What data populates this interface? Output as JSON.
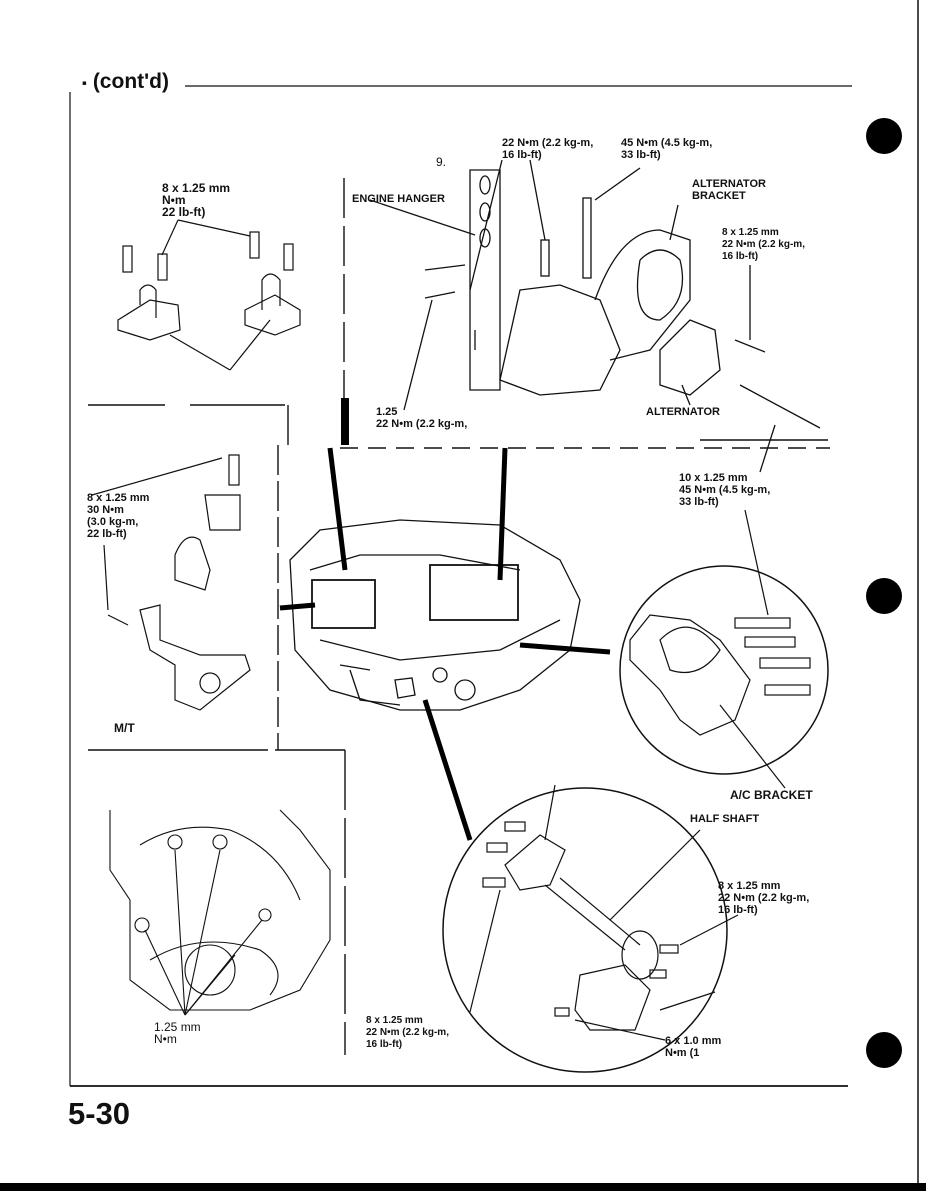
{
  "header": {
    "bullet": "▪",
    "title": "(cont'd)"
  },
  "page_number": "5-30",
  "labels": {
    "step_number": "9.",
    "torque_top_a": "22 N•m (2.2 kg-m,\n16 lb-ft)",
    "torque_top_b": "45 N•m (4.5 kg-m,\n33 lb-ft)",
    "alternator_bracket": "ALTERNATOR\nBRACKET",
    "right_spec_a": "8 x 1.25 mm\n22 N•m (2.2 kg-m,\n16 lb-ft)",
    "engine_hanger": "ENGINE HANGER",
    "left_top_spec": "8 x 1.25 mm\nN•m\n22 lb-ft)",
    "lower_hanger_spec": "1.25\n22 N•m (2.2 kg-m,",
    "alternator": "ALTERNATOR",
    "spec_10x125": "10 x 1.25 mm\n45 N•m (4.5 kg-m,\n33 lb-ft)",
    "mt_spec": "8 x 1.25 mm\n30 N•m\n(3.0 kg-m,\n22 lb-ft)",
    "mt_label": "M/T",
    "ac_bracket": "A/C BRACKET",
    "half_shaft": "HALF SHAFT",
    "half_shaft_spec": "8 x 1.25 mm\n22 N•m (2.2 kg-m,\n16 lb-ft)",
    "bottom_left_spec": "1.25 mm\nN•m",
    "bottom_mid_spec": "8 x 1.25 mm\n22 N•m (2.2 kg-m,\n16 lb-ft)",
    "bottom_right_spec": "6 x 1.0 mm\nN•m (1"
  }
}
